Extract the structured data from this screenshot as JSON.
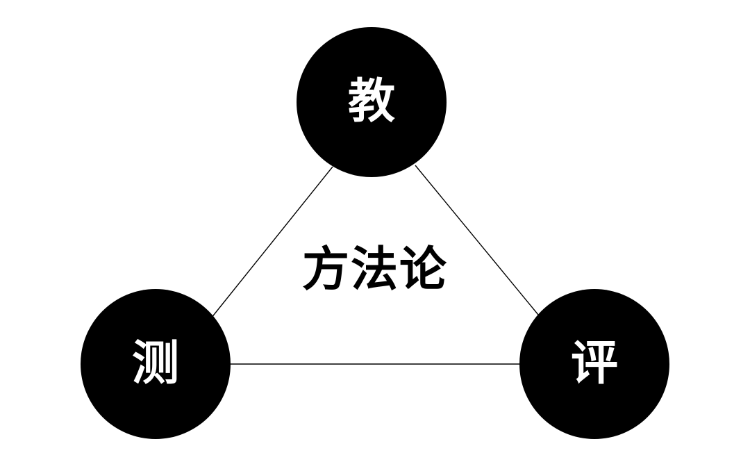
{
  "diagram": {
    "center_label": "方法论",
    "nodes": {
      "top": {
        "label": "教"
      },
      "left": {
        "label": "测"
      },
      "right": {
        "label": "评"
      }
    },
    "colors": {
      "node_fill": "#000000",
      "node_text": "#ffffff",
      "line": "#000000",
      "center_text": "#000000",
      "background": "#ffffff"
    }
  }
}
